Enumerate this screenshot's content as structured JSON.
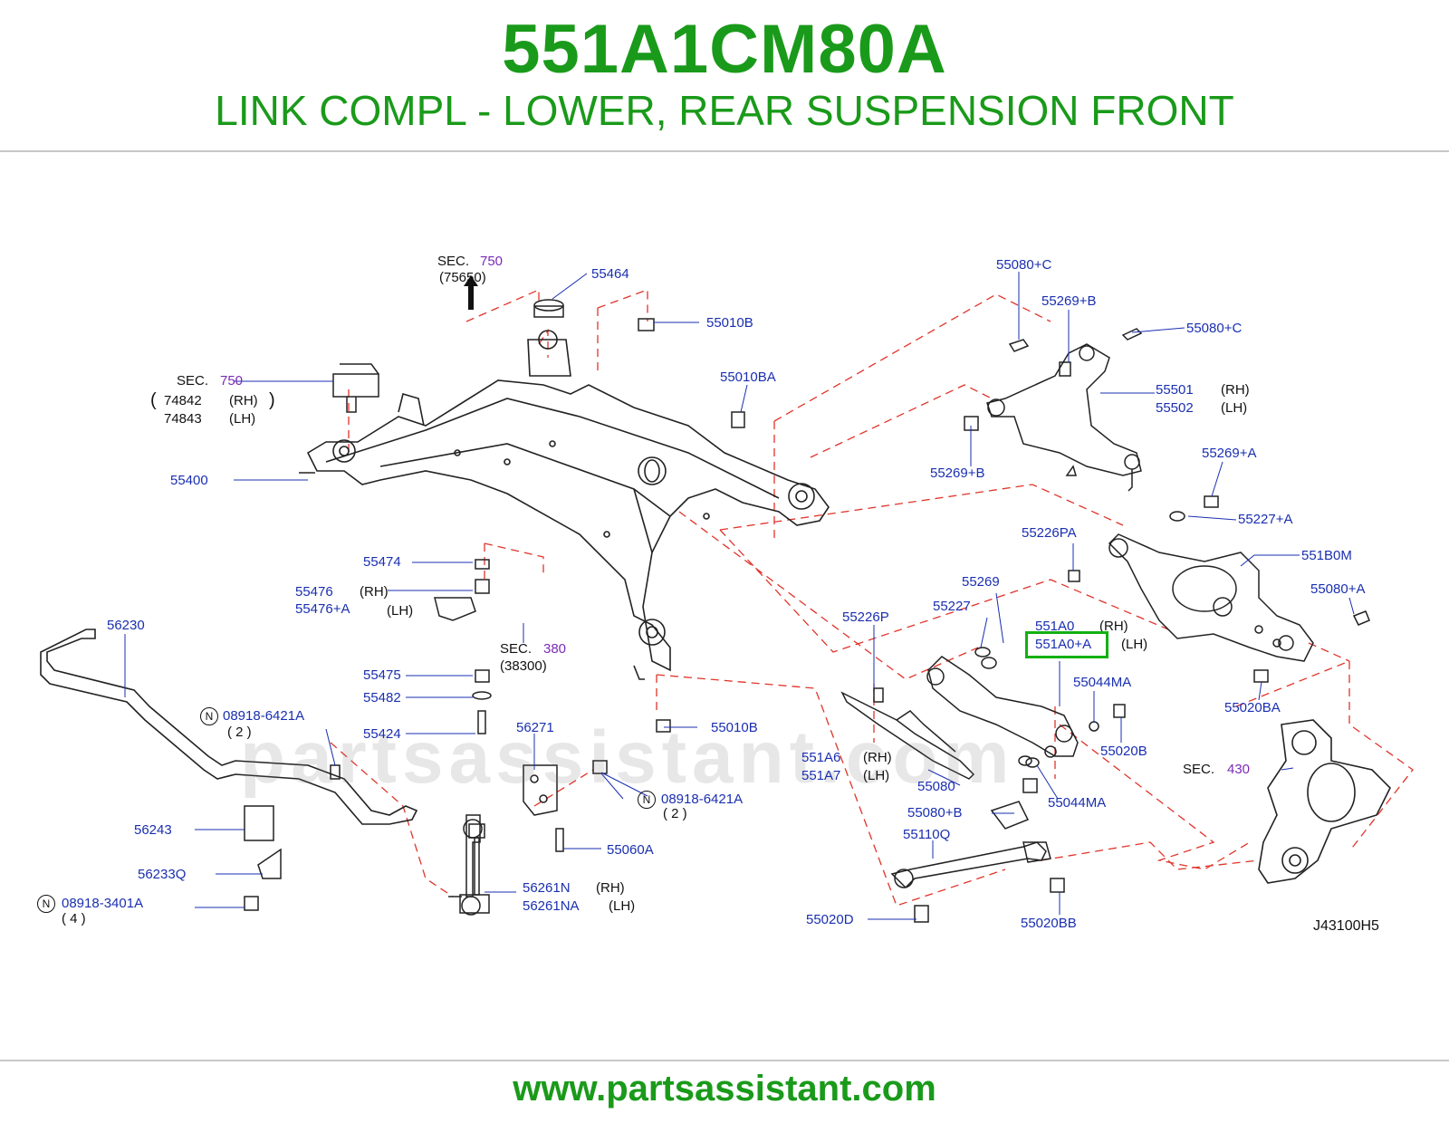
{
  "header": {
    "part_number": "551A1CM80A",
    "description": "LINK COMPL - LOWER, REAR SUSPENSION FRONT"
  },
  "footer": {
    "url": "www.partsassistant.com"
  },
  "watermark": "partsassistant.com",
  "diagram_code": "J43100H5",
  "colors": {
    "title": "#1a9a1a",
    "part_label": "#1a2fb0",
    "section": "#7a2bb5",
    "highlight": "#12b012",
    "leader": "#e0342a"
  },
  "labels": {
    "sec": "SEC.",
    "sec_750": "750",
    "sec_750_b": "750",
    "sec_380": "380",
    "sec_430": "430",
    "p75650": "(75650)",
    "p38300": "(38300)",
    "p55464": "55464",
    "p55010B_top": "55010B",
    "p55010BA": "55010BA",
    "p74842": "74842",
    "p74843": "74843",
    "p55400": "55400",
    "p55474": "55474",
    "p55476": "55476",
    "p55476A": "55476+A",
    "p55475": "55475",
    "p55482": "55482",
    "p55424": "55424",
    "p56230": "56230",
    "p08918_6421A_1": "08918-6421A",
    "q2_1": "( 2 )",
    "p56271": "56271",
    "p08918_6421A_2": "08918-6421A",
    "q2_2": "( 2 )",
    "p55060A": "55060A",
    "p56243": "56243",
    "p56233Q": "56233Q",
    "p08918_3401A": "08918-3401A",
    "q4": "( 4 )",
    "p56261N": "56261N",
    "p56261NA": "56261NA",
    "p55010B_bot": "55010B",
    "p55080C_1": "55080+C",
    "p55269B_1": "55269+B",
    "p55080C_2": "55080+C",
    "p55501": "55501",
    "p55502": "55502",
    "p55269B_2": "55269+B",
    "p55269A": "55269+A",
    "p55227A": "55227+A",
    "p55226PA": "55226PA",
    "p551B0M": "551B0M",
    "p55269": "55269",
    "p55227": "55227",
    "p55226P": "55226P",
    "p551A0": "551A0",
    "p551A0A": "551A0+A",
    "p55080A": "55080+A",
    "p55044MA_1": "55044MA",
    "p55020BA": "55020BA",
    "p55020B": "55020B",
    "p551A6": "551A6",
    "p551A7": "551A7",
    "p55080": "55080",
    "p55044MA_2": "55044MA",
    "p55080B": "55080+B",
    "p55110Q": "55110Q",
    "p55020D": "55020D",
    "p55020BB": "55020BB",
    "rh": "(RH)",
    "lh": "(LH)",
    "n": "N"
  }
}
